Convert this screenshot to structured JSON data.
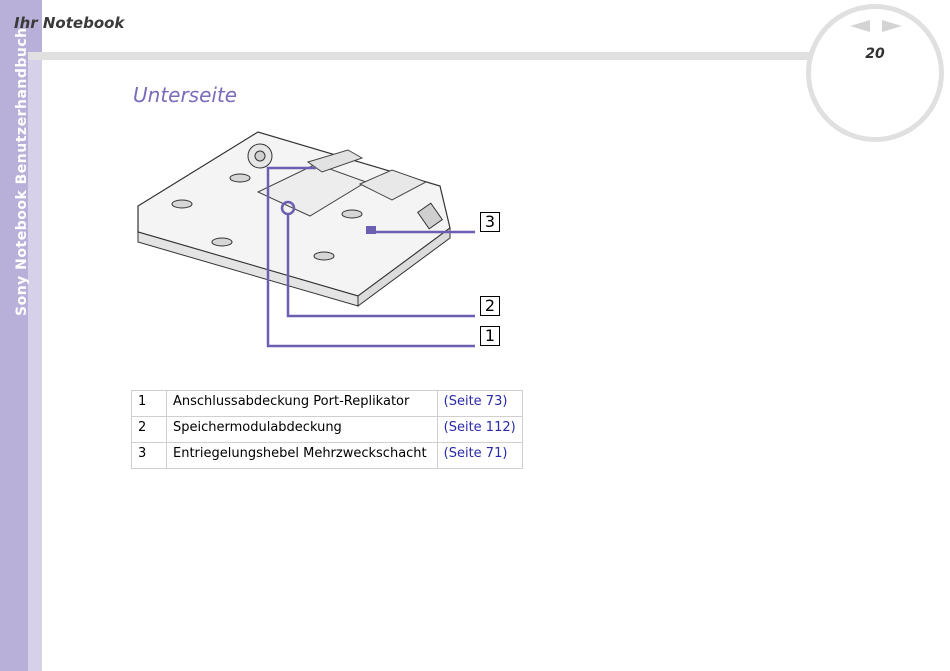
{
  "header": {
    "section": "Ihr Notebook",
    "page_number": "20",
    "side_title": "Sony Notebook Benutzerhandbuch"
  },
  "nav": {
    "prev_icon": "arrow-left-icon",
    "next_icon": "arrow-right-icon"
  },
  "main": {
    "heading": "Unterseite",
    "callouts": [
      "3",
      "2",
      "1"
    ],
    "legend": [
      {
        "num": "1",
        "desc": "Anschlussabdeckung Port-Replikator",
        "link": "(Seite 73)"
      },
      {
        "num": "2",
        "desc": "Speichermodulabdeckung",
        "link": "(Seite 112)"
      },
      {
        "num": "3",
        "desc": "Entriegelungshebel Mehrzweckschacht",
        "link": "(Seite 71)"
      }
    ]
  },
  "colors": {
    "sidebar": "#b8b0d8",
    "heading": "#7a6cbb",
    "callout_line": "#6a5fb0",
    "link": "#2a2aa8"
  }
}
